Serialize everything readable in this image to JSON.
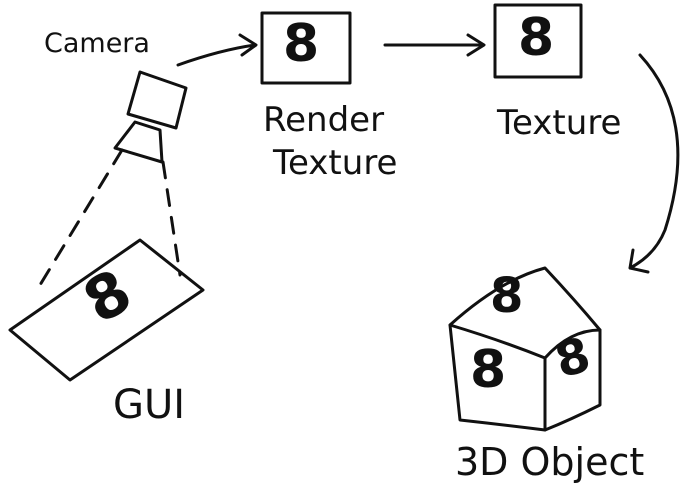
{
  "labels": {
    "camera": "Camera",
    "render_texture_1": "Render",
    "render_texture_2": "Texture",
    "texture": "Texture",
    "gui": "GUI",
    "object": "3D Object"
  },
  "glyph": "8",
  "colors": {
    "ink": "#111111",
    "background": "#ffffff"
  }
}
